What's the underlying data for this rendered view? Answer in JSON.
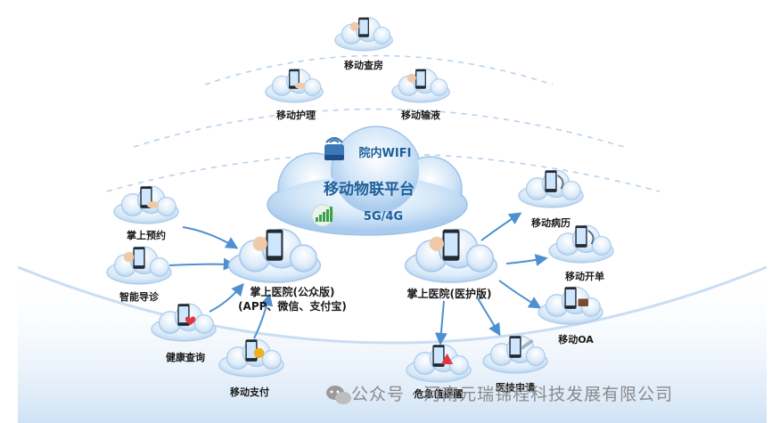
{
  "hub": {
    "title": "移动物联平台",
    "wifi": "院内WIFI",
    "network": "5G/4G"
  },
  "top_nodes": [
    {
      "id": "rounds",
      "label": "移动查房",
      "icon": "tablet-doctor-icon"
    },
    {
      "id": "nursing",
      "label": "移动护理",
      "icon": "handheld-device-icon"
    },
    {
      "id": "infusion",
      "label": "移动输液",
      "icon": "nurse-icon"
    }
  ],
  "public_app": {
    "label_line1": "掌上医院(公众版)",
    "label_line2": "(APP、微信、支付宝)",
    "icon": "patient-phone-icon",
    "nodes": [
      {
        "id": "booking",
        "label": "掌上预约",
        "icon": "hand-phone-icon"
      },
      {
        "id": "guide",
        "label": "智能导诊",
        "icon": "phone-doctor-icon"
      },
      {
        "id": "health",
        "label": "健康查询",
        "icon": "phone-heart-icon"
      },
      {
        "id": "payment",
        "label": "移动支付",
        "icon": "phone-dollar-icon"
      }
    ]
  },
  "medical_app": {
    "label": "掌上医院(医护版)",
    "icon": "doctor-phone-icon",
    "nodes": [
      {
        "id": "emr",
        "label": "移动病历",
        "icon": "phone-stethoscope-icon"
      },
      {
        "id": "order",
        "label": "移动开单",
        "icon": "phone-stethoscope-icon"
      },
      {
        "id": "oa",
        "label": "移动OA",
        "icon": "phone-briefcase-icon"
      },
      {
        "id": "critical",
        "label": "危急值提醒",
        "icon": "phone-warning-icon"
      },
      {
        "id": "exam",
        "label": "医技申请",
        "icon": "phone-syringe-icon"
      }
    ]
  },
  "watermark": "公众号 · 河南元瑞锦程科技发展有限公司",
  "colors": {
    "accent": "#1d5f9a",
    "cloud": "#e6f1fb",
    "arrow": "#4e8fcf"
  }
}
